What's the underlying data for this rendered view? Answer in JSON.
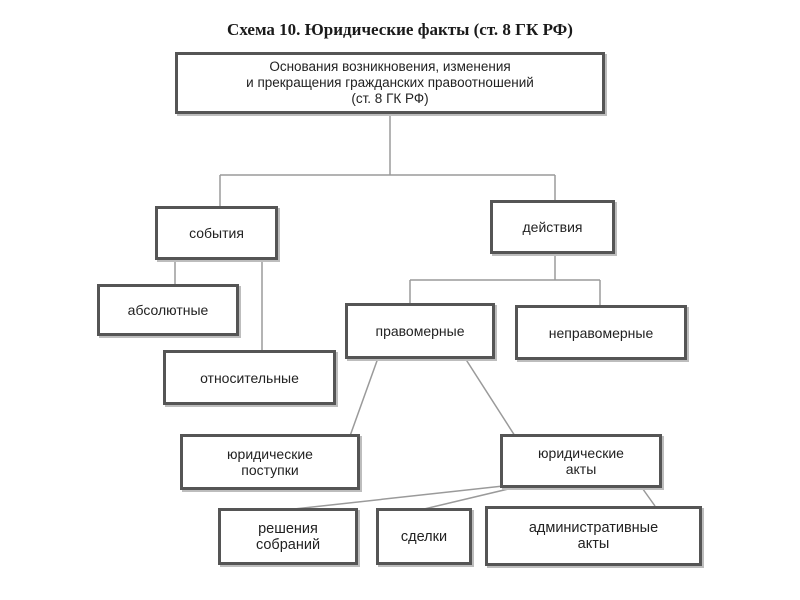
{
  "title": "Схема 10. Юридические факты (ст. 8 ГК РФ)",
  "nodes": {
    "root": "Основания возникновения, изменения\nи прекращения гражданских правоотношений\n(ст. 8 ГК РФ)",
    "events": "события",
    "actions": "действия",
    "absolute": "абсолютные",
    "relative": "относительные",
    "lawful": "правомерные",
    "unlawful": "неправомерные",
    "legal_deeds": "юридические\nпоступки",
    "legal_acts": "юридические\nакты",
    "meeting_decisions": "решения\nсобраний",
    "transactions": "сделки",
    "administrative_acts": "административные\nакты"
  }
}
